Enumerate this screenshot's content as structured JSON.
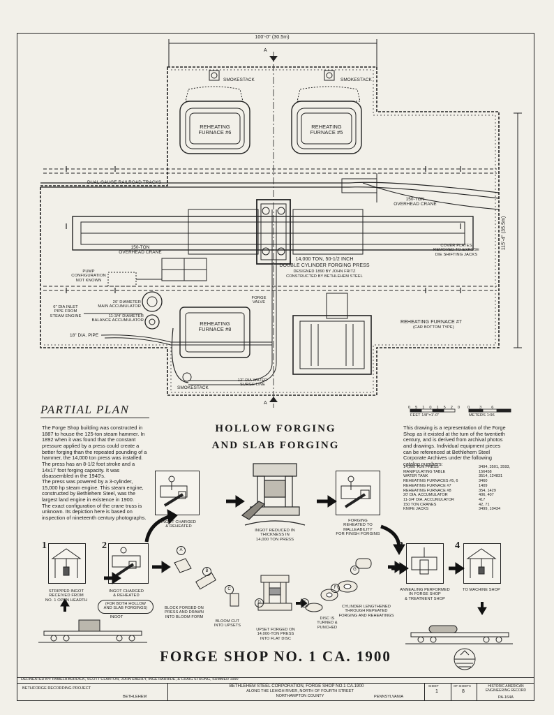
{
  "plan": {
    "width_dim": "100'-0\" (30.5m)",
    "height_dim": "115'-4\" (35.5m)",
    "section_marker": "A",
    "smokestack": "SMOKESTACK",
    "furnace_6": "REHEATING\nFURNACE #6",
    "furnace_5": "REHEATING\nFURNACE #5",
    "furnace_8": "REHEATING\nFURNACE #8",
    "furnace_7": "REHEATING FURNACE #7",
    "furnace_7_note": "(CAR BOTTOM TYPE)",
    "railroad": "DUAL GAUGE RAILROAD TRACKS",
    "crane_right": "150-TON\nOVERHEAD CRANE",
    "crane_left": "150-TON\nOVERHEAD CRANE",
    "cover_plates": "COVER PLATES\nREMOVED TO EXPOSE\nDIE SHIFTING JACKS",
    "press_title": "14,000 TON, 50-1/2 INCH",
    "press_name": "DOUBLE CYLINDER FORGING PRESS",
    "press_designer": "DESIGNED 1890 BY JOHN FRITZ",
    "press_builder": "CONSTRUCTED BY BETHLEHEM STEEL",
    "pump": "PUMP\nCONFIGURATION\nNOT KNOWN",
    "main_acc": "20' DIAMETER\nMAIN ACCUMULATOR",
    "balance_acc": "11-3/4' DIAMETER\nBALANCE ACCUMULATOR",
    "inlet_pipe": "6\" DIA INLET\nPIPE FROM\nSTEAM ENGINE",
    "pipe_18": "18\" DIA. PIPE",
    "forge_valve": "FORGE\nVALVE",
    "water_surge": "12\" DIA WATER\nSURGE LINE"
  },
  "partial_plan_title": "PARTIAL PLAN",
  "scale": {
    "feet_ticks": [
      "0",
      "5",
      "10",
      "15",
      "20"
    ],
    "feet_label": "FEET 1/8\"=1'-0\"",
    "meter_ticks": [
      "0",
      "3",
      "6"
    ],
    "meter_label": "METERS 1:96"
  },
  "left_text": {
    "p1": "The Forge Shop building was constructed in\n1887 to house the 125-ton steam hammer.  In\n1892 when it was found that the constant\npressure applied by a press could create a\nbetter forging than the repeated pounding of a\nhammer, the 14,000 ton press was installed.\nThe press has an 8-1/2 foot stroke and a\n14x17 foot forging capacity.  It was\ndisassembled in the 1940's.",
    "p2": "The press was powered by a 3-cylinder,\n15,000 hp steam engine.  This steam engine,\nconstructed by Bethlehem Steel, was the\nlargest land engine in existence in 1900.\nThe exact configuration of the crane truss is\nunknown.  Its depiction here is based on\ninspection of nineteenth century photographs."
  },
  "center_title_1": "HOLLOW FORGING",
  "center_title_2": "AND SLAB FORGING",
  "right_text": "This drawing is a representation of the Forge\nShop as it existed at the turn of the twentieth\ncentury, and is derived from archival photos\nand drawings.  Individual equipment pieces\ncan be referenced at Bethlehem Steel\nCorporate Archives under the following\ncatalog numbers:",
  "catalog": [
    {
      "item": "14,000 TON PRESS",
      "nums": "3494, 3501, 3593,"
    },
    {
      "item": "MANIPULATING TABLE",
      "nums": "156458"
    },
    {
      "item": "WATER TANK",
      "nums": "3514, 124831"
    },
    {
      "item": "REHEATING FURNACES #5, 6",
      "nums": "3460"
    },
    {
      "item": "REHEATING FURNACE #7",
      "nums": "1409"
    },
    {
      "item": "REHEATING FURNACE #8",
      "nums": "354, 1429"
    },
    {
      "item": "20' DIA. ACCUMULATOR",
      "nums": "406, 407"
    },
    {
      "item": "11-3/4' DIA. ACCUMULATOR",
      "nums": "417"
    },
    {
      "item": "150 TON CRANES",
      "nums": "42, 71"
    },
    {
      "item": "KNIFE JACKS",
      "nums": "3499, 10434"
    }
  ],
  "process": {
    "n1": "1",
    "n2": "2",
    "n3": "3",
    "n4": "4",
    "stripped": "STRIPPED INGOT\nRECEIVED FROM\nNO. 1 OPEN HEARTH",
    "charged_lower": "INGOT CHARGED\n& REHEATED",
    "both_hollow": "(FOR BOTH HOLLOW\nAND SLAB FORGINGS)",
    "ingot": "INGOT",
    "charged_upper": "INGOT CHARGED\n& REHEATED",
    "reduced": "INGOT REDUCED IN\nTHICKNESS IN\n14,000 TON PRESS",
    "forging_reheated": "FORGING\nREHEATED TO\nMALLEABILITY\nFOR FINISH FORGING",
    "block_forged": "BLOCK FORGED ON\nPRESS AND DRAWN\nINTO BLOOM FORM",
    "bloom_cut": "BLOOM CUT\nINTO UPSETS",
    "upset_forged": "UPSET FORGED ON\n14,000-TON PRESS\nINTO FLAT DISC",
    "disc_turned": "DISC IS\nTURNED &\nPUNCHED",
    "cylinder": "CYLINDER LENGTHENED\nTHROUGH REPEATED\nFORGING AND REHEATINGS",
    "annealing": "ANNEALING PERFORMED\nIN FORGE SHOP\n& TREATMENT SHOP",
    "machine_shop": "TO MACHINE SHOP",
    "letters": [
      "A",
      "B",
      "C",
      "D",
      "E",
      "F",
      "G"
    ]
  },
  "main_title": "FORGE SHOP NO. 1  CA. 1900",
  "title_block": {
    "delineators": "DELINEATED BY: PAMELA BURDICK, SCOTT CLANTON, JOHN EBERLY, INGE HARRIDE, & CRAIG STRONG, SUMMER 1990",
    "project": "BETHFORGE RECORDING PROJECT",
    "owner": "BETHLEHEM STEEL CORPORATION, FORGE SHOP No.1 CA.1900",
    "location": "ALONG THE LEHIGH RIVER, NORTH OF FOURTH STREET",
    "county": "NORTHAMPTON COUNTY",
    "city": "BETHLEHEM",
    "state": "PENNSYLVANIA",
    "sheet_label": "SHEET",
    "sheet_no": "1",
    "of_label": "OF SHEETS",
    "sheets_total": "8",
    "agency": "HISTORIC AMERICAN\nENGINEERING RECORD",
    "record_no": "PA-164A"
  }
}
